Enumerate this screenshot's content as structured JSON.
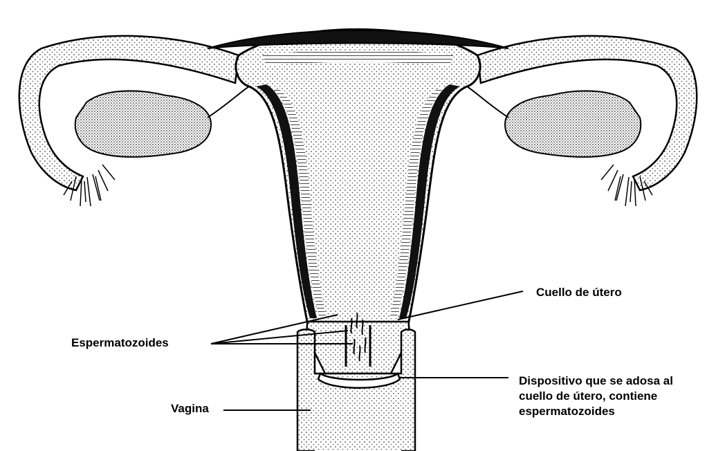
{
  "labels": {
    "cuello": "Cuello de útero",
    "espermatozoides": "Espermatozoides",
    "dispositivo_line1": "Dispositivo que se adosa al",
    "dispositivo_line2": "cuello de útero, contiene",
    "dispositivo_line3": "espermatozoides",
    "vagina": "Vagina"
  },
  "colors": {
    "ink": "#000000",
    "background": "#ffffff",
    "stipple": "#555555"
  }
}
